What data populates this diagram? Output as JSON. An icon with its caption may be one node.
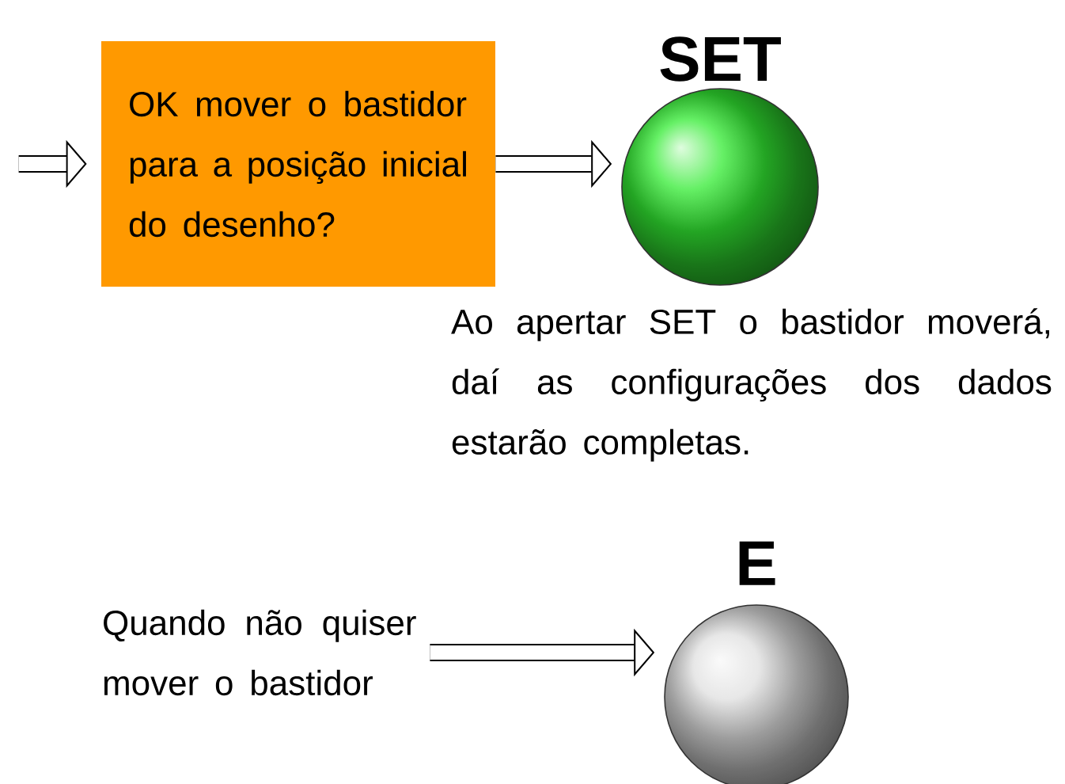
{
  "diagram": {
    "nodes": [
      {
        "text": [
          "OK mover o bastidor para a posição inicial do desenho?"
        ]
      },
      {
        "text": [
          "SET"
        ],
        "beside": [
          "Ao apertar SET o bastidor moverá, daí as configurações dos dados estarão completas."
        ]
      },
      {
        "text": [
          "Quando não quiser mover o bastidor"
        ]
      },
      {
        "text": [
          "E"
        ]
      }
    ],
    "edges": [
      {
        "from": null,
        "to": 0,
        "arrow": "to"
      },
      {
        "from": 0,
        "to": 1,
        "arrow": "to"
      },
      {
        "from": 2,
        "to": 3,
        "arrow": "to"
      }
    ]
  }
}
